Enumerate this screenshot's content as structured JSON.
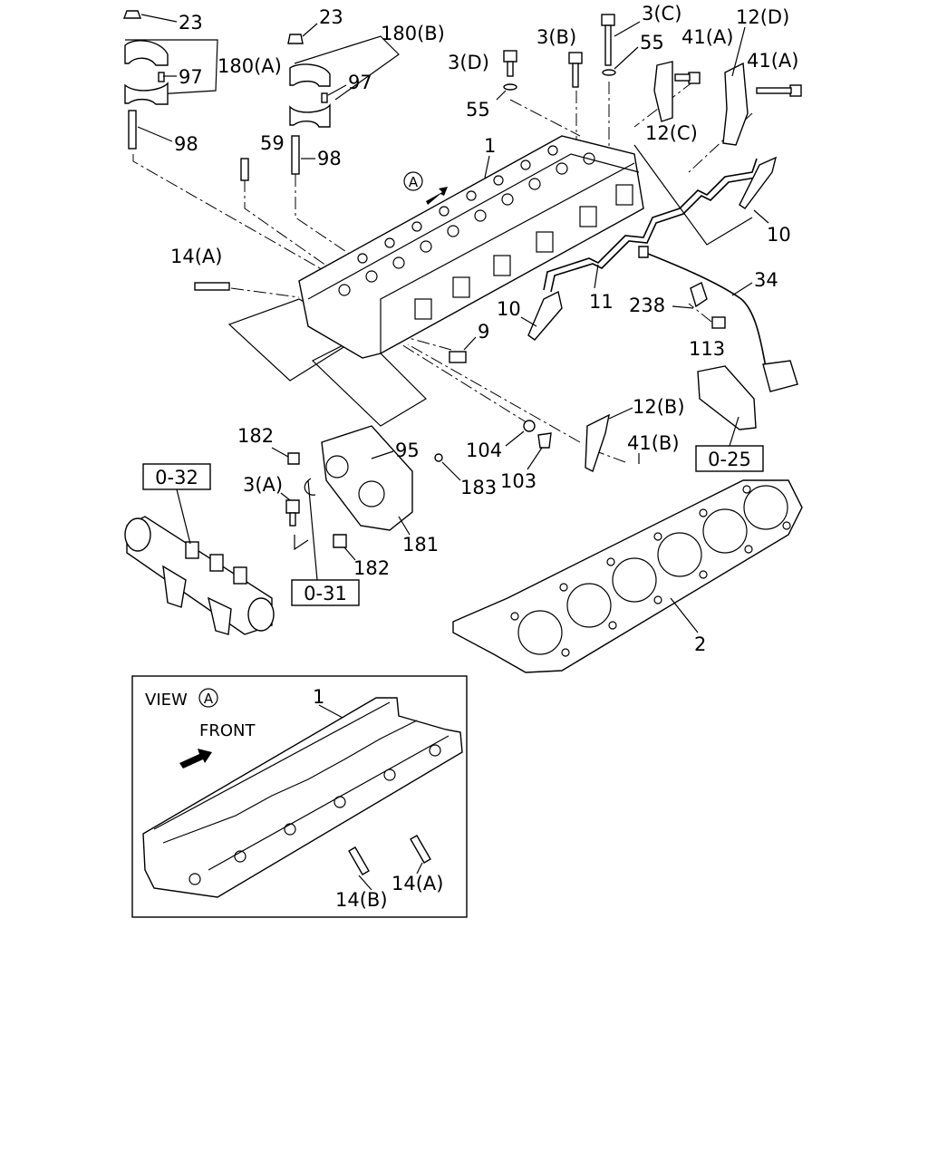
{
  "callouts": {
    "c23a": "23",
    "c23b": "23",
    "c180b": "180(B)",
    "c180a": "180(A)",
    "c97a": "97",
    "c97b": "97",
    "c98a": "98",
    "c98b": "98",
    "c59": "59",
    "c3d": "3(D)",
    "c3b": "3(B)",
    "c3c": "3(C)",
    "c55a": "55",
    "c55b": "55",
    "c41a1": "41(A)",
    "c12d": "12(D)",
    "c41a2": "41(A)",
    "c1": "1",
    "c12c": "12(C)",
    "c10a": "10",
    "c14a": "14(A)",
    "c34": "34",
    "c11": "11",
    "c238": "238",
    "c10b": "10",
    "c9": "9",
    "c113": "113",
    "c12b": "12(B)",
    "c41b": "41(B)",
    "c182a": "182",
    "c95": "95",
    "c104": "104",
    "c103": "103",
    "c183": "183",
    "c3a": "3(A)",
    "c181": "181",
    "c182b": "182",
    "c2": "2"
  },
  "refs": {
    "r032": "0-32",
    "r031": "0-31",
    "r025": "0-25"
  },
  "view_marker": "A",
  "view_box": {
    "title": "VIEW",
    "marker": "A",
    "front": "FRONT",
    "c1": "1",
    "c14b": "14(B)",
    "c14a": "14(A)"
  }
}
